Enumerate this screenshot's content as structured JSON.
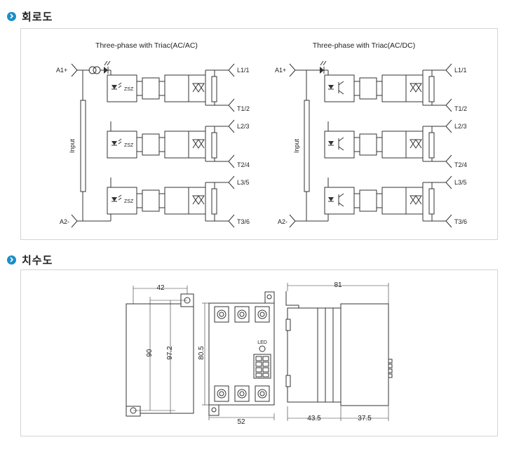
{
  "sections": {
    "circuit": {
      "title": "회로도"
    },
    "dimension": {
      "title": "치수도"
    }
  },
  "circuit": {
    "left": {
      "title": "Three-phase with Triac(AC/AC)",
      "input_pos": "A1+",
      "input_neg": "A2-",
      "input_label": "Input",
      "zsz": "ZSZ",
      "terminals": [
        "L1/1",
        "T1/2",
        "L2/3",
        "T2/4",
        "L3/5",
        "T3/6"
      ]
    },
    "right": {
      "title": "Three-phase with Triac(AC/DC)",
      "input_pos": "A1+",
      "input_neg": "A2-",
      "input_label": "Input",
      "terminals": [
        "L1/1",
        "T1/2",
        "L2/3",
        "T2/4",
        "L3/5",
        "T3/6"
      ]
    }
  },
  "dimensions": {
    "width_top": "42",
    "height_inner": "90",
    "height_outer": "97.2",
    "front_height": "80.5",
    "front_width": "52",
    "led_label": "LED",
    "side_total": "81",
    "side_left": "43.5",
    "side_right": "37.5"
  }
}
